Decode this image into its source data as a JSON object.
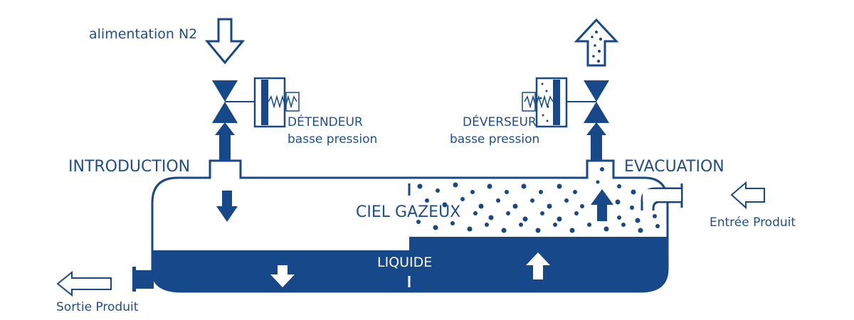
{
  "labels": {
    "n2_supply": "alimentation N2",
    "introduction": "INTRODUCTION",
    "evacuation": "EVACUATION",
    "regulator_name": "DÉTENDEUR",
    "regulator_sub": "basse pression",
    "relief_name": "DÉVERSEUR",
    "relief_sub": "basse pression",
    "gas_space": "CIEL GAZEUX",
    "liquid": "LIQUIDE",
    "product_in": "Entrée Produit",
    "product_out": "Sortie Produit"
  },
  "colors": {
    "primary": "#16488a",
    "white": "#ffffff"
  },
  "icons": [
    "down-arrow-outline-icon",
    "up-arrow-dotted-icon",
    "valve-icon",
    "spring-actuator-icon",
    "flow-arrow-icon"
  ]
}
